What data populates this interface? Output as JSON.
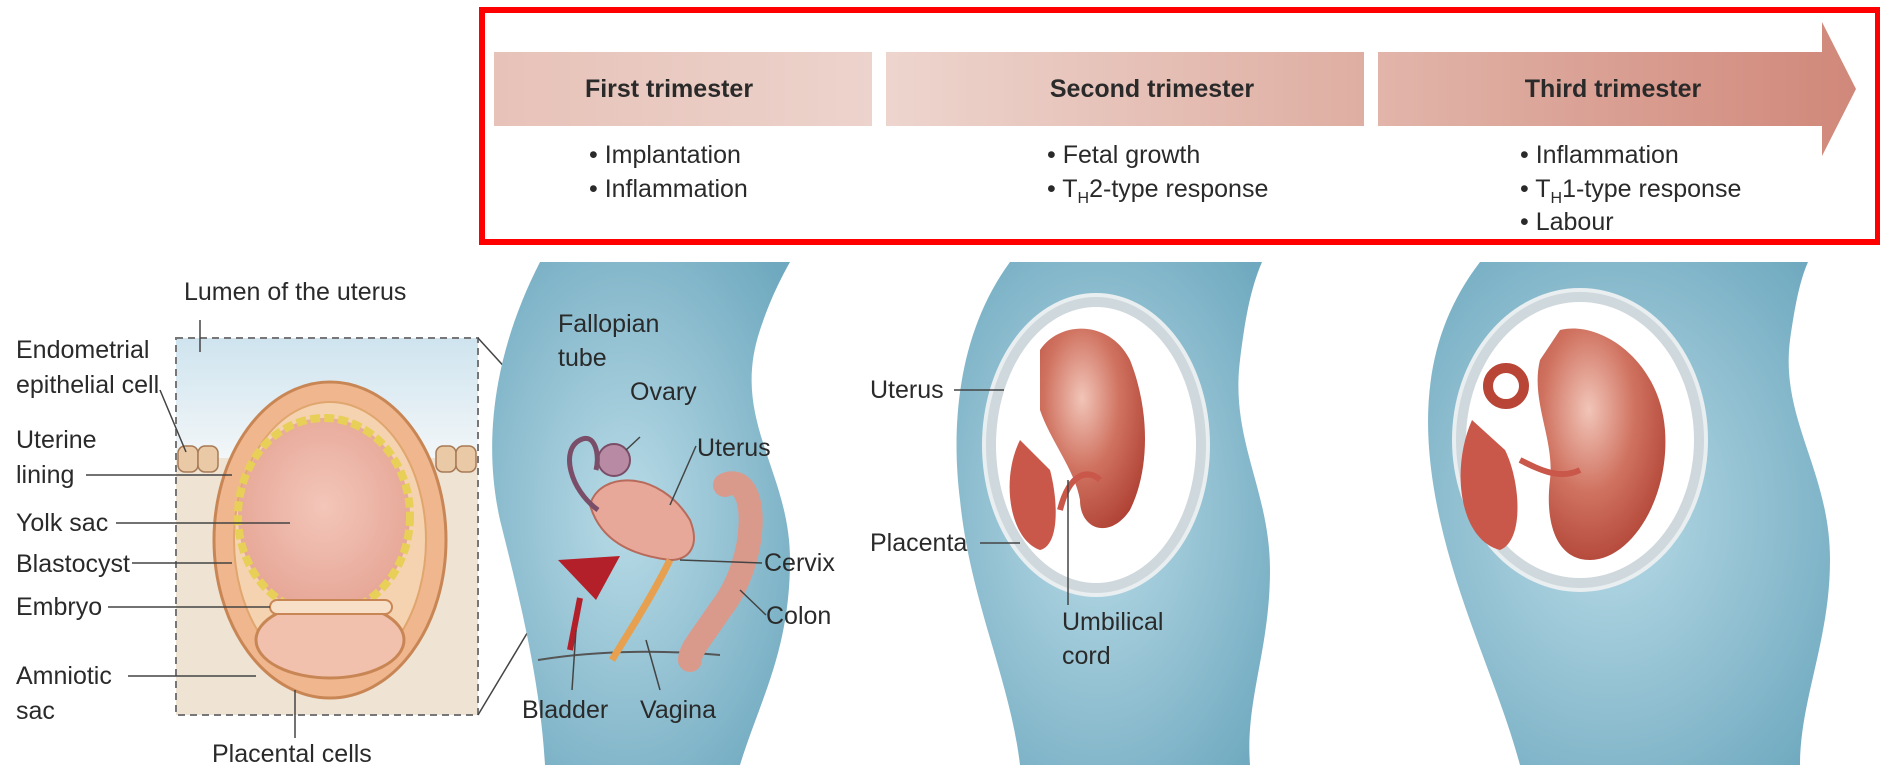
{
  "timeline": {
    "stages": [
      {
        "title": "First trimester",
        "items": [
          {
            "text": "• Implantation"
          },
          {
            "text": "• Inflammation"
          }
        ]
      },
      {
        "title": "Second trimester",
        "items": [
          {
            "text": "• Fetal growth"
          },
          {
            "pre": "• T",
            "sub": "H",
            "post": "2-type response"
          }
        ]
      },
      {
        "title": "Third trimester",
        "items": [
          {
            "text": "• Inflammation"
          },
          {
            "pre": "• T",
            "sub": "H",
            "post": "1-type response"
          },
          {
            "text": "• Labour"
          }
        ]
      }
    ]
  },
  "embryo_panel": {
    "lumen": "Lumen of the uterus",
    "endometrial_1": "Endometrial",
    "endometrial_2": "epithelial cell",
    "uterine_1": "Uterine",
    "uterine_2": "lining",
    "yolk_sac": "Yolk sac",
    "blastocyst": "Blastocyst",
    "embryo": "Embryo",
    "amniotic_1": "Amniotic",
    "amniotic_2": "sac",
    "placental_cells": "Placental cells"
  },
  "anatomy_panel": {
    "fallopian_1": "Fallopian",
    "fallopian_2": "tube",
    "ovary": "Ovary",
    "uterus": "Uterus",
    "cervix": "Cervix",
    "colon": "Colon",
    "bladder": "Bladder",
    "vagina": "Vagina"
  },
  "second_panel": {
    "uterus": "Uterus",
    "placenta": "Placenta",
    "umbilical_1": "Umbilical",
    "umbilical_2": "cord"
  },
  "colors": {
    "highlight_border": "#ff0000",
    "band": "#e6b8ad",
    "body_blue": "#7fb6c9",
    "fetus": "#c95a4a"
  }
}
